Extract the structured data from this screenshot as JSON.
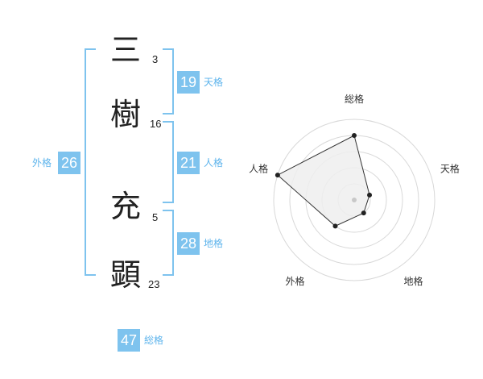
{
  "name": {
    "chars": [
      {
        "char": "三",
        "strokes": "3"
      },
      {
        "char": "樹",
        "strokes": "16"
      },
      {
        "char": "充",
        "strokes": "5"
      },
      {
        "char": "顕",
        "strokes": "23"
      }
    ]
  },
  "fortunes": {
    "tenkaku": {
      "value": "19",
      "label": "天格"
    },
    "jinkaku": {
      "value": "21",
      "label": "人格"
    },
    "chikaku": {
      "value": "28",
      "label": "地格"
    },
    "gaikaku": {
      "value": "26",
      "label": "外格"
    },
    "soukaku": {
      "value": "47",
      "label": "総格"
    }
  },
  "chart_data": {
    "type": "radar",
    "axes": [
      "総格",
      "天格",
      "地格",
      "外格",
      "人格"
    ],
    "values": [
      4,
      1,
      1,
      2,
      5
    ],
    "max": 5,
    "rings": 5,
    "colors": {
      "fill": "#efefef",
      "stroke": "#333333",
      "grid": "#d8d8d8",
      "point": "#222222",
      "center": "#c8c8c8"
    }
  }
}
